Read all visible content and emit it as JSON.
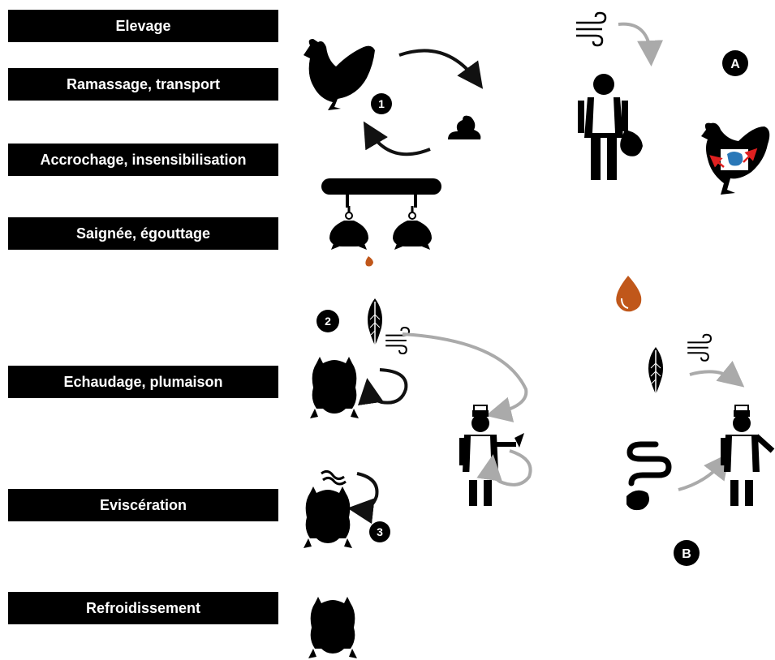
{
  "steps": [
    {
      "label": "Elevage"
    },
    {
      "label": "Ramassage, transport"
    },
    {
      "label": "Accrochage, insensibilisation"
    },
    {
      "label": "Saignée, égouttage"
    },
    {
      "label": "Echaudage, plumaison"
    },
    {
      "label": "Eviscération"
    },
    {
      "label": "Refroidissement"
    }
  ],
  "markers": {
    "one": "1",
    "two": "2",
    "three": "3",
    "a": "A",
    "b": "B"
  },
  "colors": {
    "box": "#000000",
    "box_text": "#ffffff",
    "arrow_dark": "#111111",
    "arrow_gray": "#aaaaaa",
    "blood": "#c0571a",
    "organ": "#2a78b8",
    "red_arrow": "#e02020"
  },
  "icons": [
    "hen-icon",
    "cycle-arrow-icon",
    "droppings-icon",
    "wind-icon",
    "farmer-icon",
    "sick-hen-icon",
    "shackle-line-icon",
    "blood-drop-icon",
    "feather-icon",
    "plucked-chicken-icon",
    "operator-icon",
    "intestines-icon",
    "liver-icon"
  ]
}
